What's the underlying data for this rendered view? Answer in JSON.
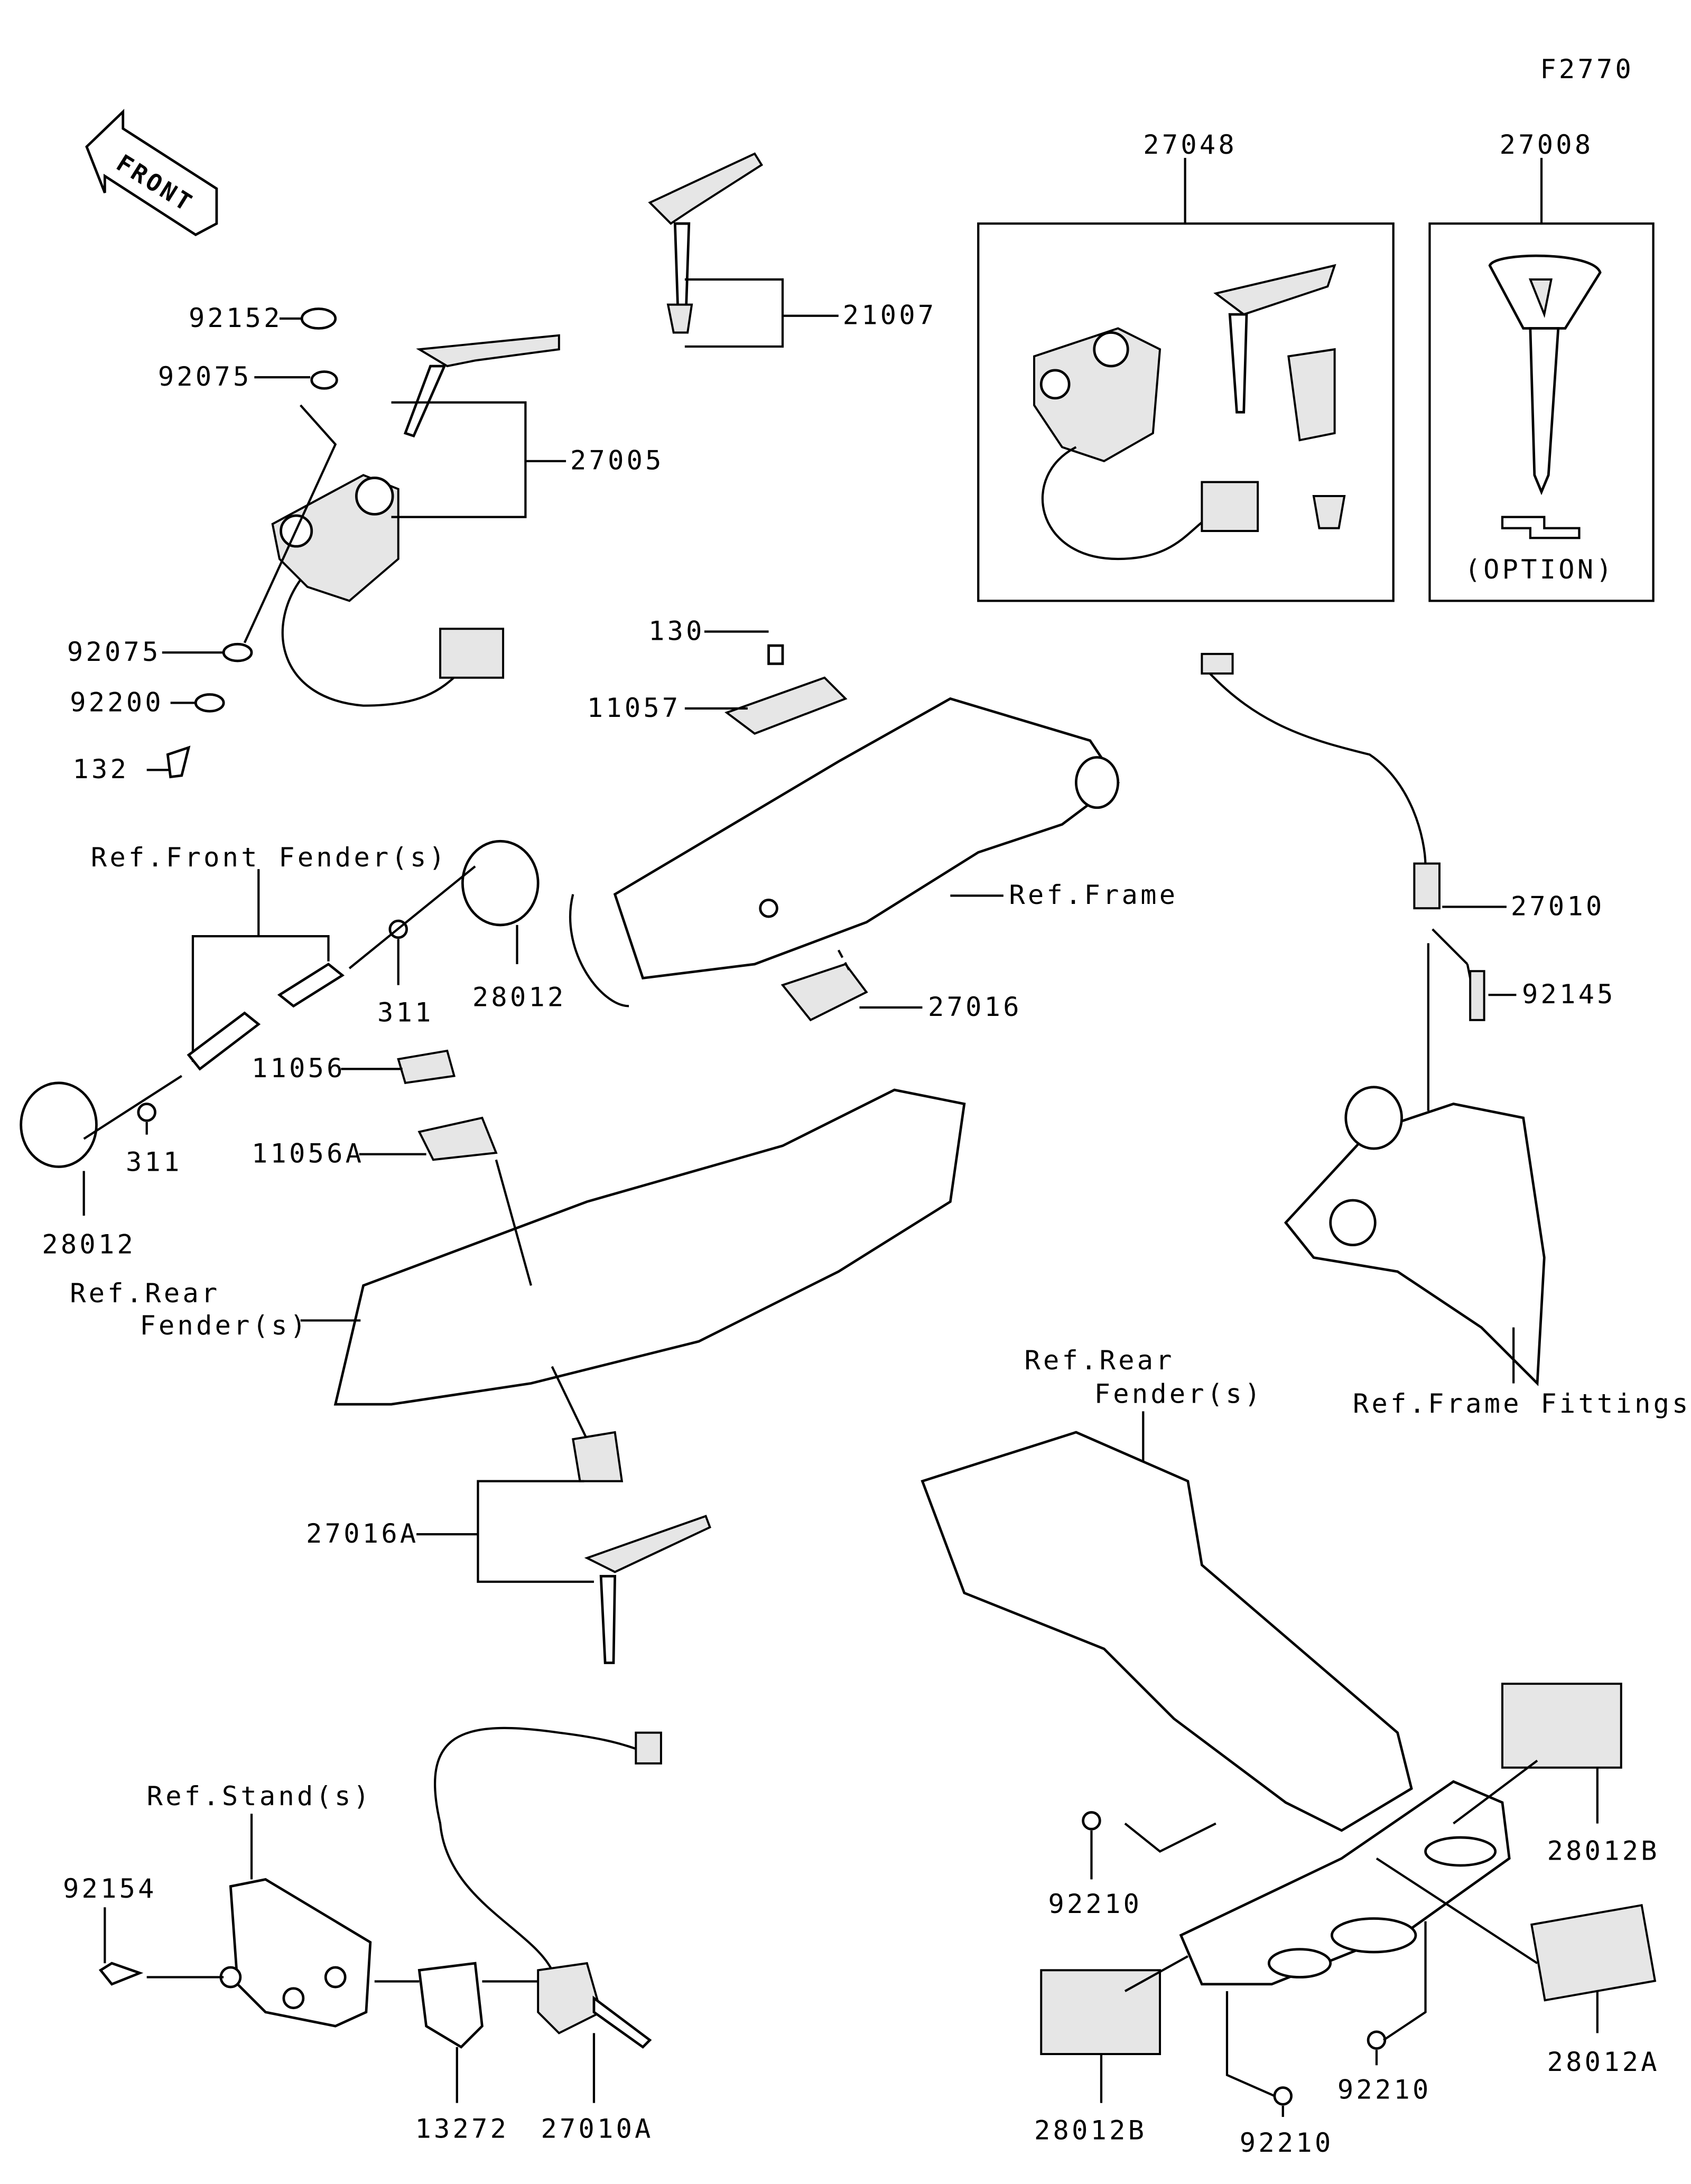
{
  "diagram_code": "F2770",
  "front_arrow": "FRONT",
  "option_note": "(OPTION)",
  "labels": {
    "p27048": "27048",
    "p27008": "27008",
    "p92152": "92152",
    "p92075a": "92075",
    "p27005": "27005",
    "p21007": "21007",
    "p92075b": "92075",
    "p92200": "92200",
    "p132": "132",
    "p130": "130",
    "p11057": "11057",
    "ref_front_fender": "Ref.Front Fender(s)",
    "p28012a": "28012",
    "p311a": "311",
    "p311b": "311",
    "p28012b": "28012",
    "ref_frame": "Ref.Frame",
    "p27016": "27016",
    "p27010": "27010",
    "p92145": "92145",
    "p11056": "11056",
    "p11056A": "11056A",
    "ref_rear_fender1_l1": "Ref.Rear",
    "ref_rear_fender1_l2": "Fender(s)",
    "ref_rear_fender2_l1": "Ref.Rear",
    "ref_rear_fender2_l2": "Fender(s)",
    "ref_frame_fittings": "Ref.Frame Fittings",
    "p27016A": "27016A",
    "ref_stand": "Ref.Stand(s)",
    "p92154": "92154",
    "p28012B_r": "28012B",
    "p92210a": "92210",
    "p28012A": "28012A",
    "p92210b": "92210",
    "p28012B_l": "28012B",
    "p92210c": "92210",
    "p13272": "13272",
    "p27010A": "27010A"
  }
}
